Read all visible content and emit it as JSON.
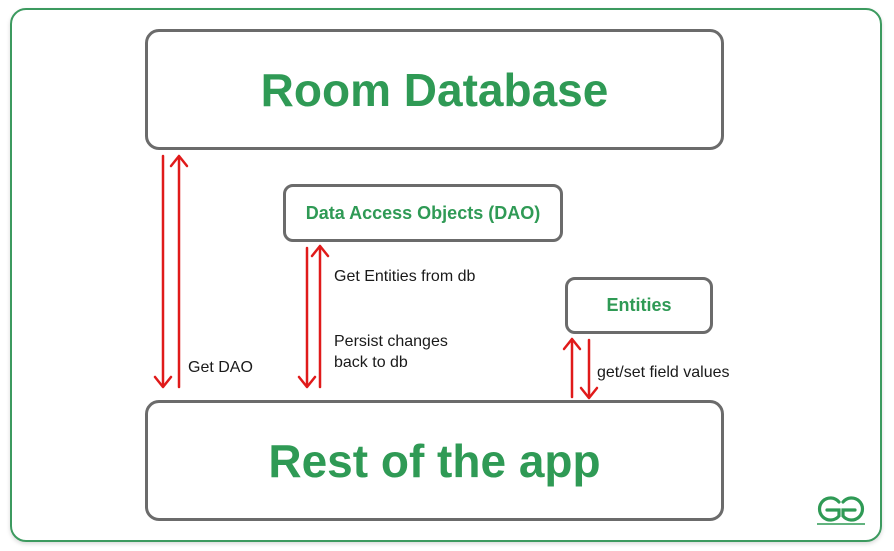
{
  "boxes": {
    "room_database": "Room Database",
    "dao": "Data Access Objects (DAO)",
    "entities": "Entities",
    "rest_of_app": "Rest of the app"
  },
  "labels": {
    "get_dao": "Get DAO",
    "get_entities": "Get Entities from db",
    "persist_line1": "Persist changes",
    "persist_line2": "back to db",
    "get_set": "get/set field values"
  },
  "colors": {
    "accent_green": "#2f9a55",
    "arrow_red": "#e01a1a",
    "box_border": "#6b6b6b",
    "frame_border": "#3c9a5f"
  },
  "logo": {
    "icon": "gfg-logo-icon",
    "text": "GG"
  }
}
